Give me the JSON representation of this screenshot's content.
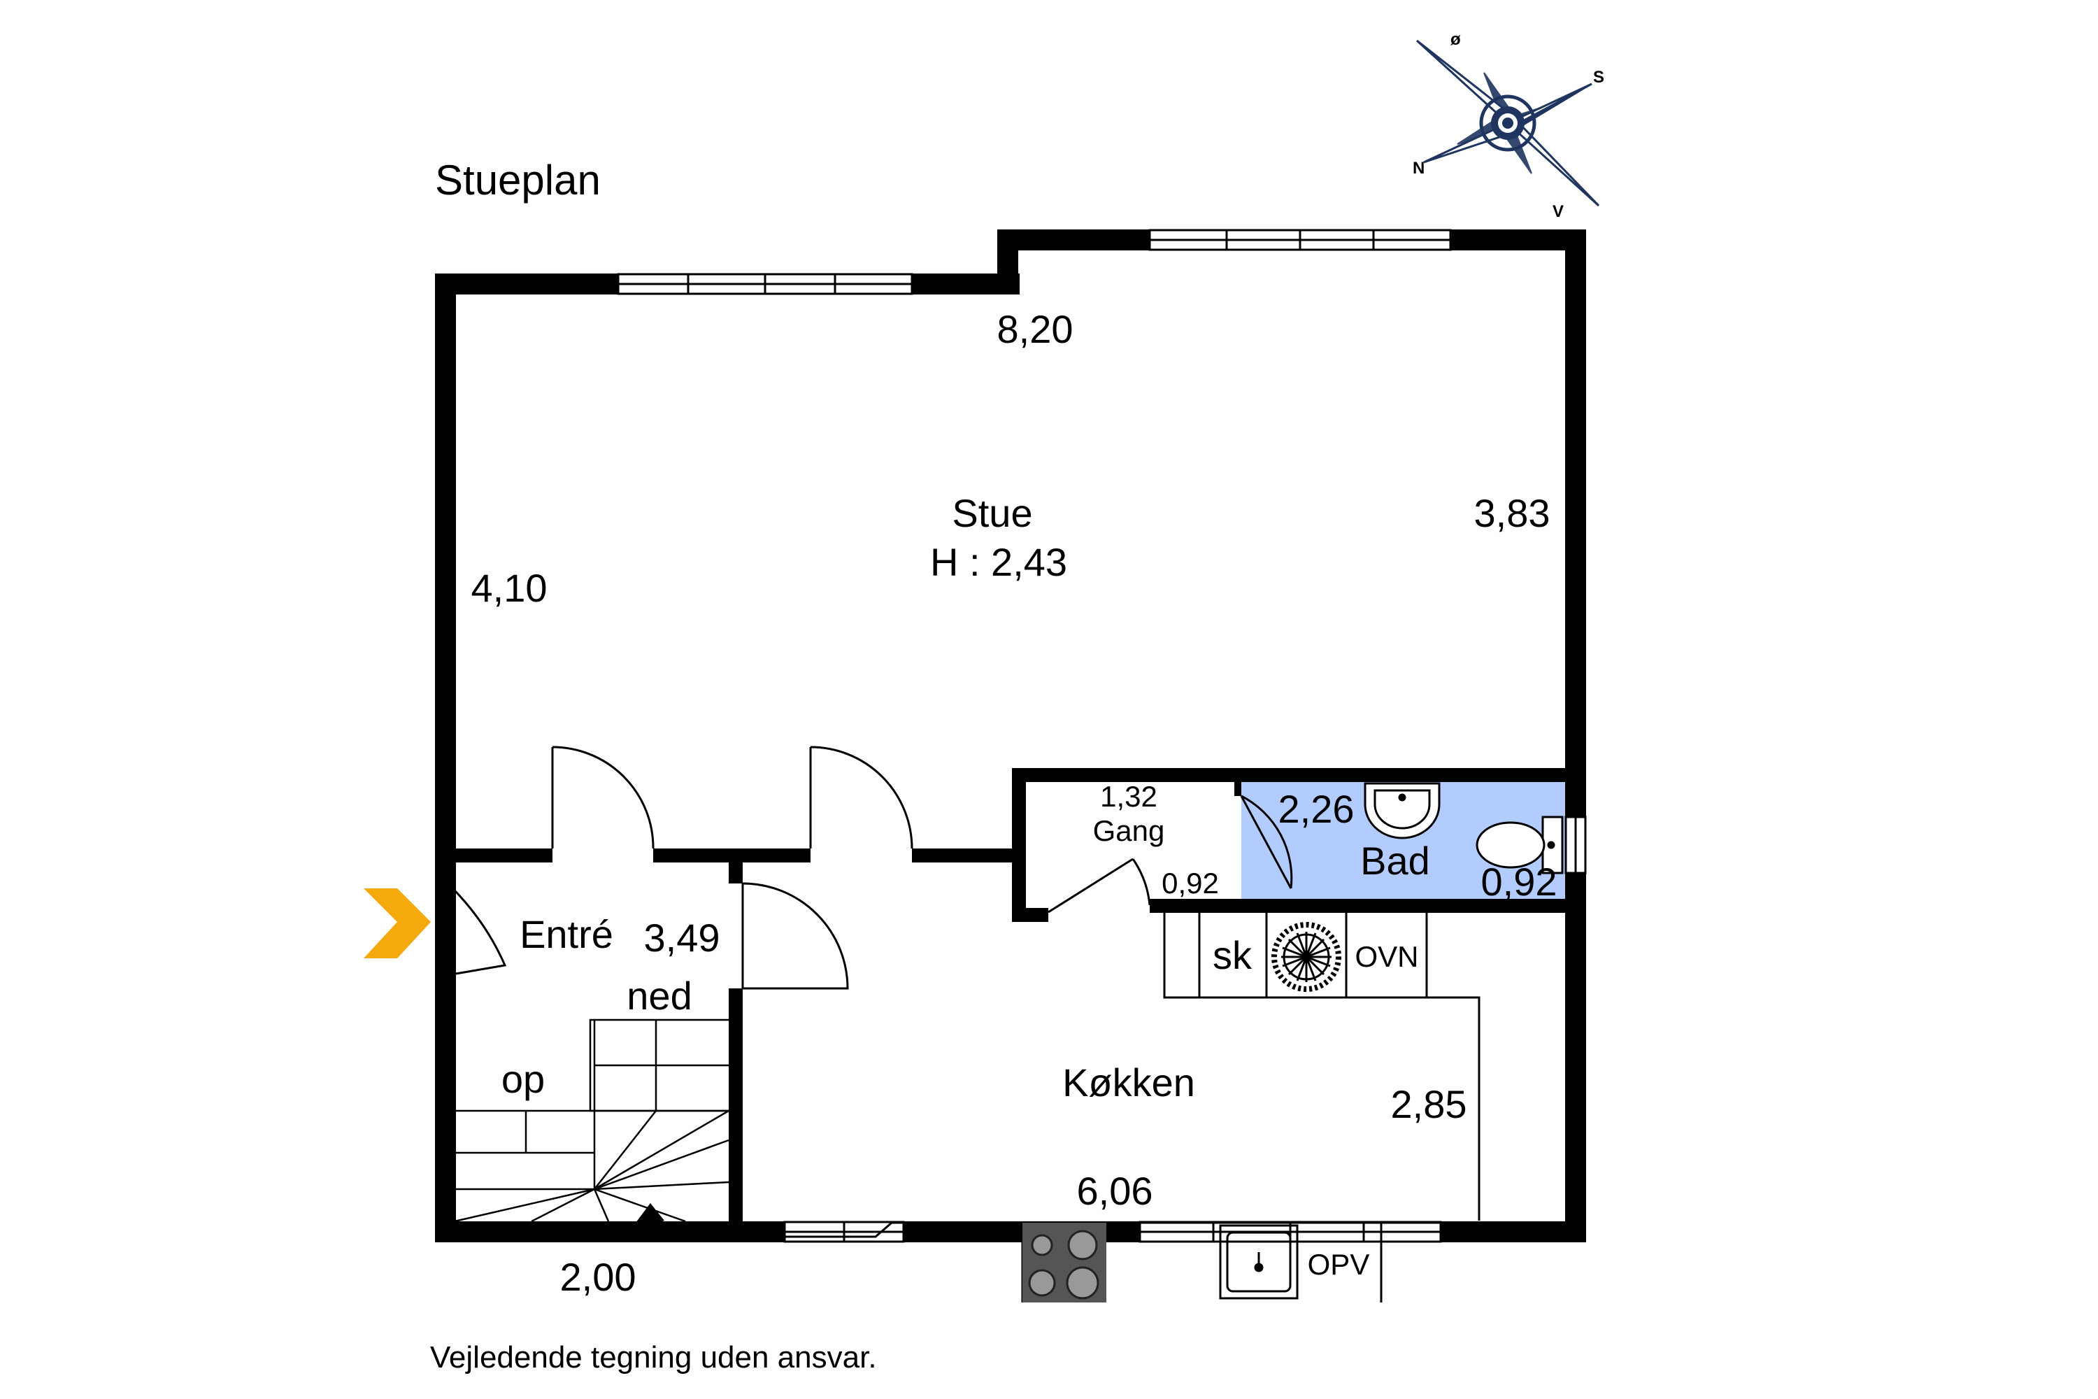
{
  "plan": {
    "title": "Stueplan",
    "footer": "Vejledende tegning uden ansvar.",
    "colors": {
      "wall": "#000000",
      "bath_fill": "#b3ccff",
      "entry_arrow": "#f4a90c",
      "compass": "#1f3560"
    },
    "compass": {
      "n": "N",
      "s": "S",
      "o": "ø",
      "v": "V"
    },
    "rooms": {
      "stue": {
        "name": "Stue",
        "height": "H : 2,43",
        "dim_top": "8,20",
        "dim_left": "4,10",
        "dim_right": "3,83"
      },
      "gang": {
        "name": "Gang",
        "dim_a": "1,32",
        "dim_b": "0,92"
      },
      "bad": {
        "name": "Bad",
        "dim_a": "2,26",
        "dim_b": "0,92"
      },
      "entre": {
        "name": "Entré",
        "dim": "3,49"
      },
      "kokken": {
        "name": "Køkken",
        "dim_a": "2,85",
        "dim_b": "6,06"
      },
      "trappe": {
        "ned": "ned",
        "op": "op",
        "dim": "2,00"
      }
    },
    "fixtures": {
      "sk": "sk",
      "ovn": "OVN",
      "opv": "OPV"
    }
  }
}
